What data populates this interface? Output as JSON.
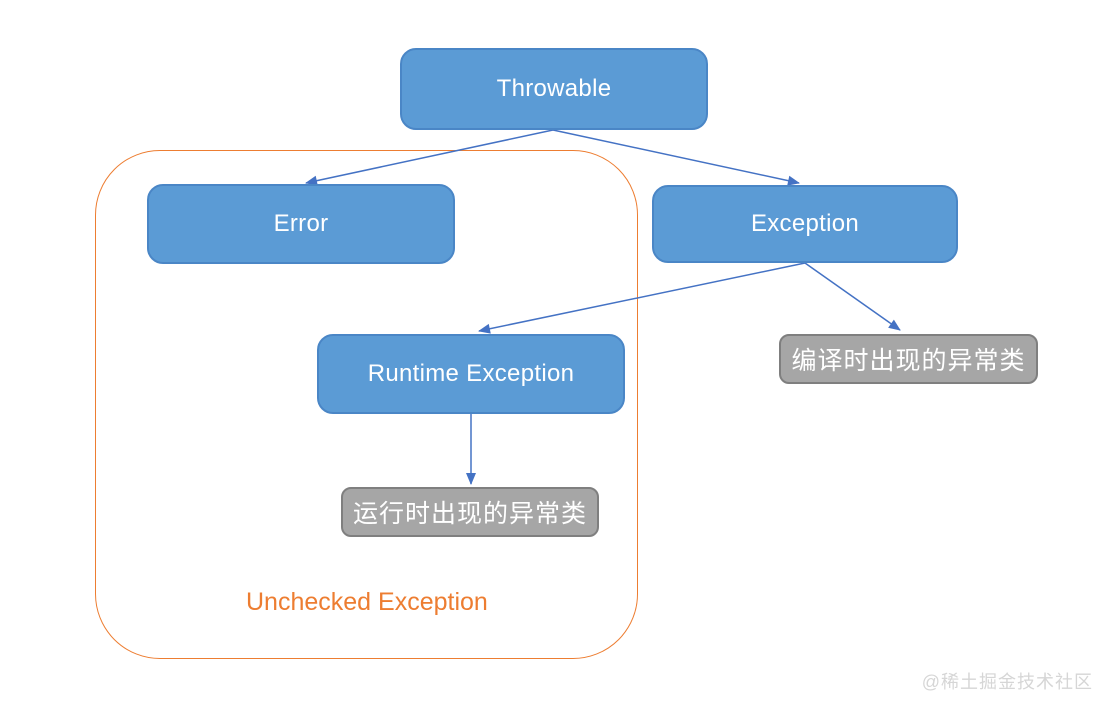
{
  "diagram": {
    "title_context": "Java Throwable hierarchy",
    "nodes": {
      "throwable": {
        "label": "Throwable"
      },
      "error": {
        "label": "Error"
      },
      "exception": {
        "label": "Exception"
      },
      "runtime_exception": {
        "label": "Runtime Exception"
      },
      "compile_time_note": {
        "label": "编译时出现的异常类"
      },
      "runtime_note": {
        "label": "运行时出现的异常类"
      }
    },
    "edges": [
      {
        "from": "throwable",
        "to": "error"
      },
      {
        "from": "throwable",
        "to": "exception"
      },
      {
        "from": "exception",
        "to": "runtime_exception"
      },
      {
        "from": "exception",
        "to": "compile_time_note"
      },
      {
        "from": "runtime_exception",
        "to": "runtime_note"
      }
    ],
    "group": {
      "label": "Unchecked Exception"
    }
  },
  "watermark": {
    "text": "@稀土掘金技术社区"
  },
  "colors": {
    "node_fill": "#5b9bd5",
    "node_border": "#4a86c6",
    "note_fill": "#a6a6a6",
    "note_border": "#7f7f7f",
    "edge": "#4472c4",
    "group_border": "#ed7d31",
    "group_label": "#ed7d31",
    "watermark": "#d6d6d6"
  }
}
